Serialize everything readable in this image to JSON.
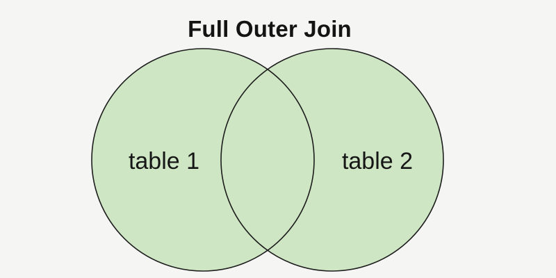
{
  "page": {
    "background": "#f5f5f4"
  },
  "title": {
    "text": "Full Outer Join",
    "color": "#141414"
  },
  "venn": {
    "left_label": "table 1",
    "right_label": "table 2",
    "circle_fill": "#cee6c3",
    "circle_stroke": "#1c1c1c",
    "label_color": "#161616"
  }
}
